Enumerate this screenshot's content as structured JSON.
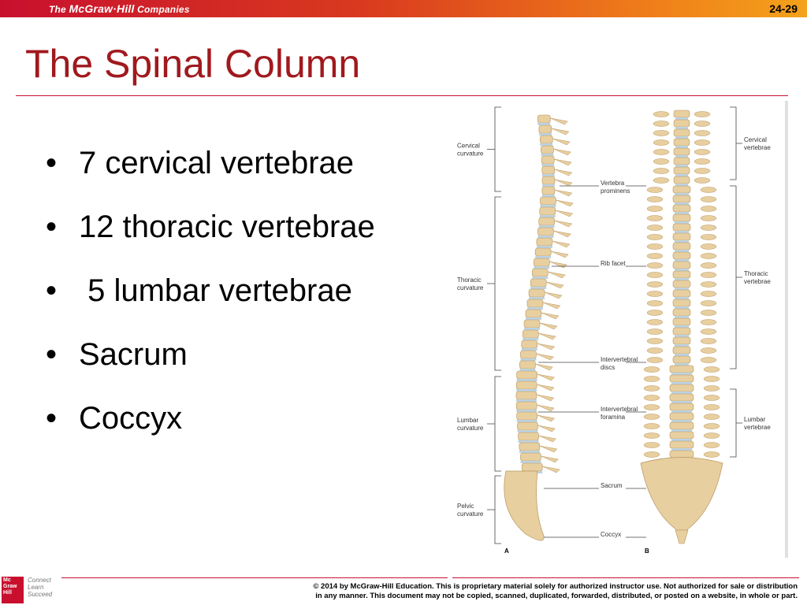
{
  "header": {
    "brand_prefix": "The",
    "brand_name": "McGraw·Hill",
    "brand_suffix": "Companies",
    "slide_number": "24-29",
    "bar_colors": [
      "#c8102e",
      "#f4a21b"
    ]
  },
  "slide": {
    "title": "The Spinal Column",
    "title_color": "#a0191e",
    "bullets": [
      "7 cervical vertebrae",
      "12 thoracic vertebrae",
      " 5 lumbar vertebrae",
      "Sacrum",
      "Coccyx"
    ]
  },
  "figure": {
    "panel_a_letter": "A",
    "panel_b_letter": "B",
    "left_labels": [
      [
        "Cervical",
        "curvature"
      ],
      [
        "Thoracic",
        "curvature"
      ],
      [
        "Lumbar",
        "curvature"
      ],
      [
        "Pelvic",
        "curvature"
      ]
    ],
    "middle_labels": [
      [
        "Vertebra",
        "prominens"
      ],
      [
        "Rib facet"
      ],
      [
        "Intervertebral",
        "discs"
      ],
      [
        "Intervertebral",
        "foramina"
      ],
      [
        "Sacrum"
      ],
      [
        "Coccyx"
      ]
    ],
    "right_labels": [
      [
        "Cervical",
        "vertebrae"
      ],
      [
        "Thoracic",
        "vertebrae"
      ],
      [
        "Lumbar",
        "vertebrae"
      ]
    ],
    "bone_color": "#e8cfa0",
    "disc_color": "#bcd3e2"
  },
  "footer": {
    "logo_lines": [
      "Mc",
      "Graw",
      "Hill"
    ],
    "tagline": [
      "Connect",
      "Learn",
      "Succeed"
    ],
    "copyright_line1": "© 2014 by McGraw-Hill Education.  This is proprietary material solely for authorized instructor use. Not authorized for sale or distribution",
    "copyright_line2": "in any manner.  This document may not be copied, scanned, duplicated, forwarded, distributed, or posted on a website, in whole or part."
  }
}
